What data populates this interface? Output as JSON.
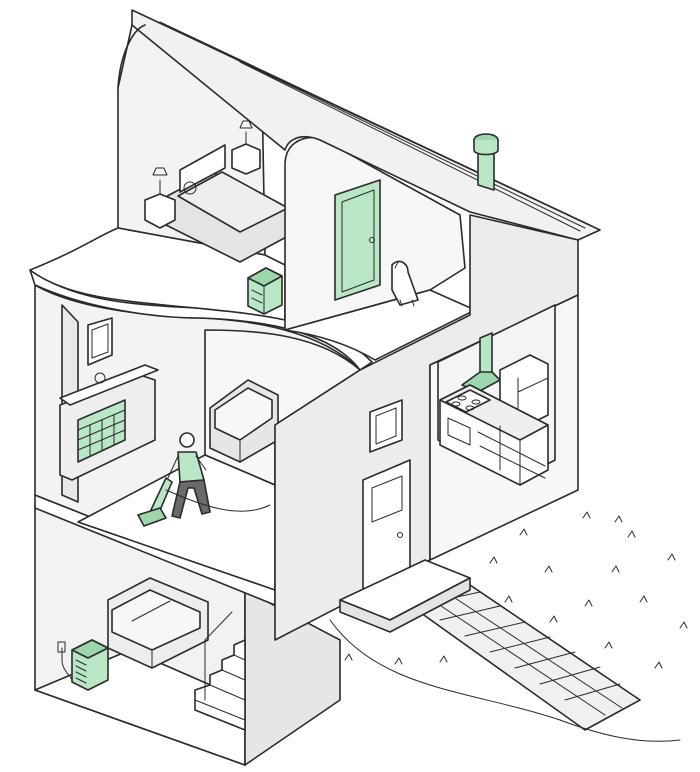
{
  "colors": {
    "accent_green": "#b9e6c4",
    "accent_green_dark": "#9cd6ab",
    "wall_light": "#f4f4f4",
    "wall_mid": "#e9e9e9",
    "wall_shade": "#dcdcdc",
    "floor": "#ffffff",
    "line": "#2b2b2b",
    "path_tile": "#d9d9d9",
    "grass": "#3a3a3a"
  },
  "scene": {
    "rooms": [
      "upstairs-bedroom",
      "upstairs-hallway",
      "living-room",
      "kitchen",
      "basement"
    ],
    "highlighted_items": [
      "chimney-vent",
      "bedroom-door",
      "bedroom-air-purifier",
      "fireplace-insert",
      "kitchen-range-hood",
      "vacuum-cleaner",
      "dehumidifier"
    ]
  }
}
